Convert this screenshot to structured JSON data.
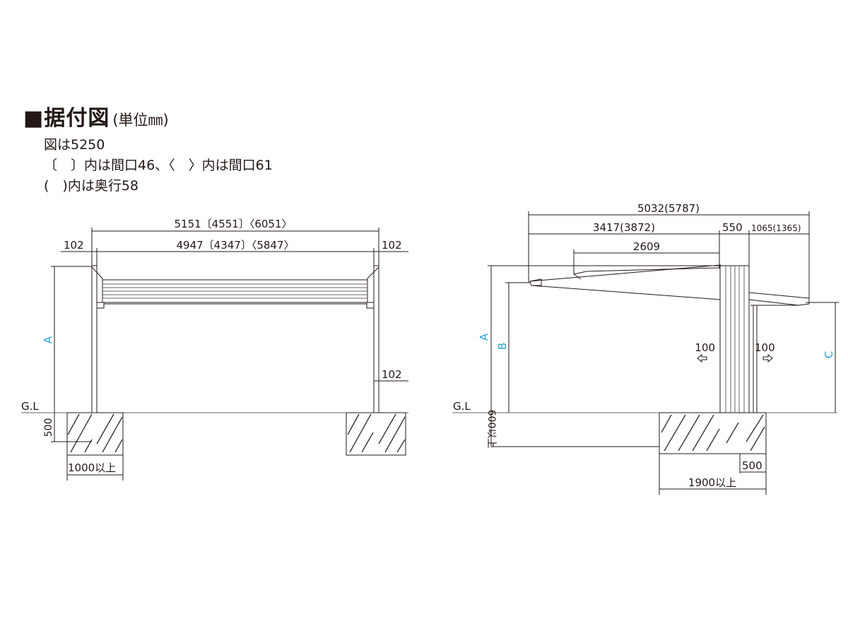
{
  "header": {
    "title": "■据付図",
    "unit": "(単位㎜)",
    "notes": [
      "図は5250",
      "〔　〕内は間口46、〈　〉内は間口61",
      "(　)内は奥行58"
    ]
  },
  "front_view": {
    "overall_width": "5151〔4551〕〈6051〉",
    "inner_width": "4947〔4347〕〈5847〉",
    "post_left": "102",
    "post_right_top": "102",
    "post_right_mid": "102",
    "height_label": "A",
    "ground_label": "G.L",
    "embed_depth": "500",
    "footing_width": "1000以上"
  },
  "side_view": {
    "overall_depth": "5032(5787)",
    "front_section": "3417(3872)",
    "mid_section": "550",
    "rear_section": "1065(1365)",
    "beam_length": "2609",
    "height_a": "A",
    "height_b": "B",
    "height_c": "C",
    "offset_left": "100",
    "offset_right": "100",
    "ground_label": "G.L",
    "embed_depth": "600以上",
    "post_footing": "500",
    "footing_width": "1900以上"
  }
}
